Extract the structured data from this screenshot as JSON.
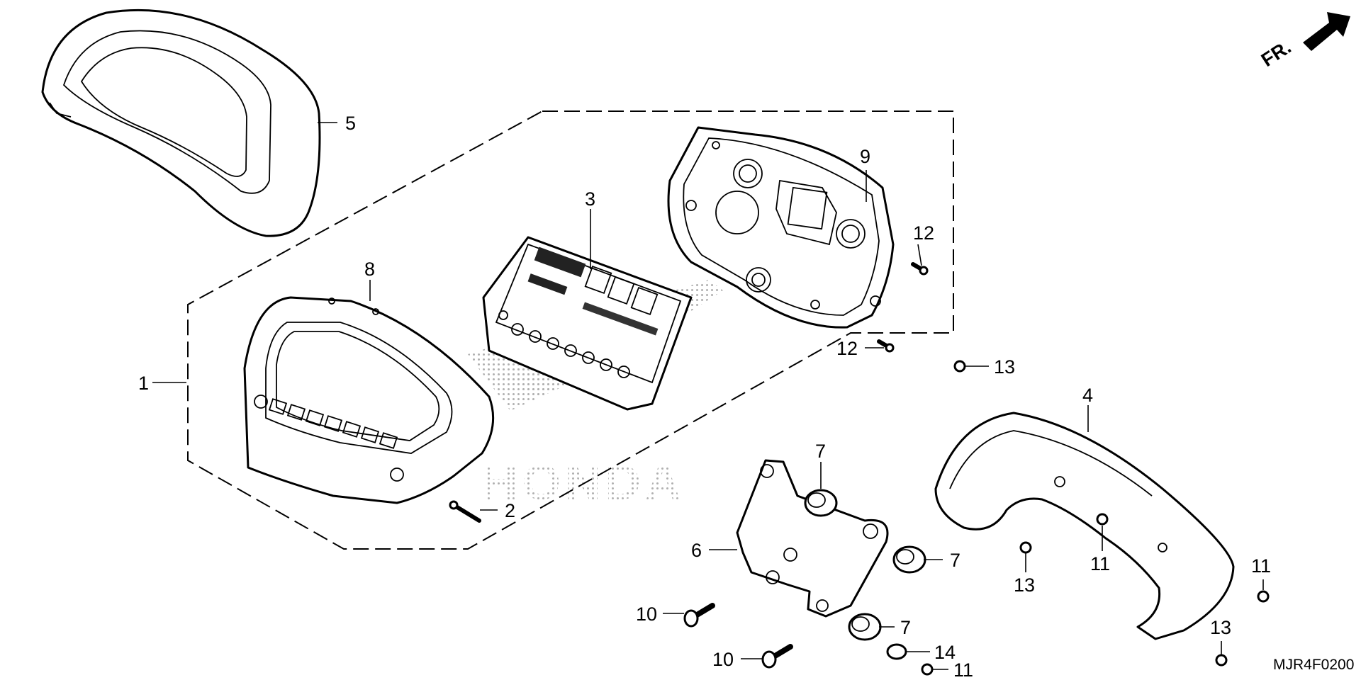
{
  "diagram": {
    "direction_label": "FR.",
    "diagram_code": "MJR4F0200",
    "colors": {
      "line": "#000000",
      "background": "#ffffff",
      "logo_dots": "#b0b0b0"
    },
    "callouts": {
      "c1": "1",
      "c2": "2",
      "c3": "3",
      "c4": "4",
      "c5": "5",
      "c6": "6",
      "c7a": "7",
      "c7b": "7",
      "c7c": "7",
      "c8": "8",
      "c9": "9",
      "c10a": "10",
      "c10b": "10",
      "c11a": "11",
      "c11b": "11",
      "c11c": "11",
      "c12a": "12",
      "c12b": "12",
      "c13a": "13",
      "c13b": "13",
      "c13c": "13",
      "c14": "14"
    }
  }
}
